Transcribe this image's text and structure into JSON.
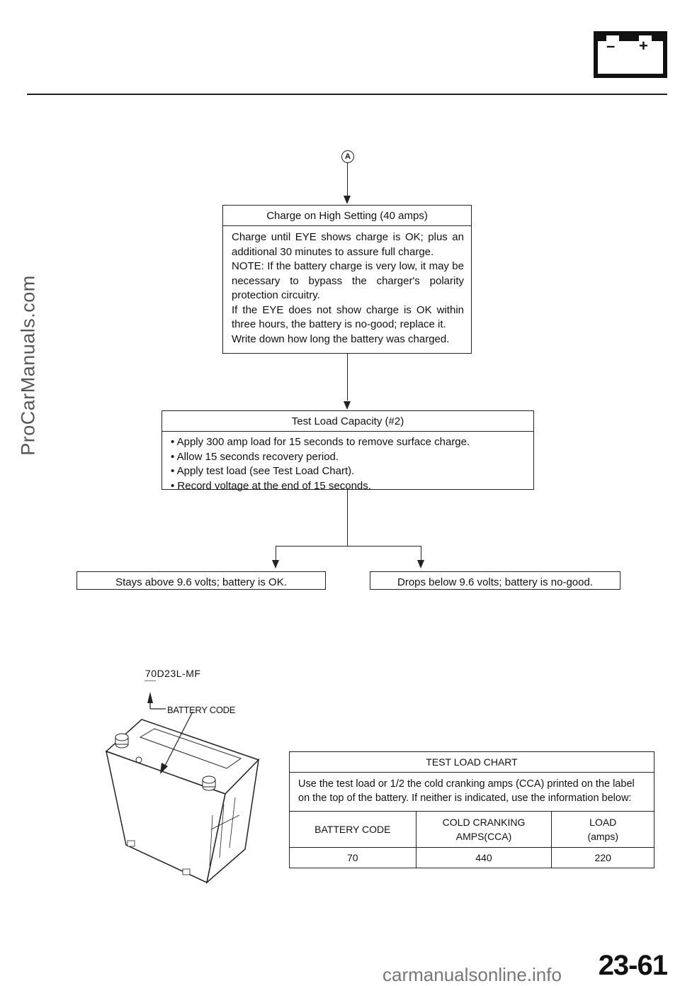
{
  "header": {
    "icon": "battery-icon",
    "terminals": {
      "minus": "–",
      "plus": "+"
    }
  },
  "flow": {
    "start_label": "A",
    "step1": {
      "title": "Charge on High Setting (40 amps)",
      "lines": [
        "Charge until EYE shows charge is OK; plus an additional 30 minutes to assure full charge.",
        "NOTE:  If the battery charge is very low, it may be necessary to bypass the charger's polarity protection circuitry.",
        "If the EYE does not show charge is OK within three hours, the battery is no-good; replace it.",
        "Write down how long the battery was charged."
      ]
    },
    "step2": {
      "title": "Test Load Capacity (#2)",
      "bullets": [
        "• Apply 300 amp load for 15 seconds to remove surface charge.",
        "• Allow 15 seconds recovery period.",
        "• Apply test load (see Test Load Chart).",
        "• Record voltage at the end of 15 seconds."
      ]
    },
    "result_ok": "Stays above 9.6 volts; battery is OK.",
    "result_bad": "Drops below 9.6 volts; battery is no-good."
  },
  "battery_figure": {
    "model_code": "70D23L-MF",
    "code_label": "BATTERY CODE"
  },
  "test_load_chart": {
    "title": "TEST LOAD CHART",
    "intro": "Use the test load or 1/2 the cold cranking amps (CCA) printed on the label on the top of the battery. If neither is indicated, use the information below:",
    "headers": [
      "BATTERY CODE",
      "COLD CRANKING AMPS(CCA)",
      "LOAD (amps)"
    ],
    "rows": [
      [
        "70",
        "440",
        "220"
      ]
    ]
  },
  "watermark": "ProCarManuals.com",
  "footer_watermark": "carmanualsonline.info",
  "page_number": "23-61"
}
